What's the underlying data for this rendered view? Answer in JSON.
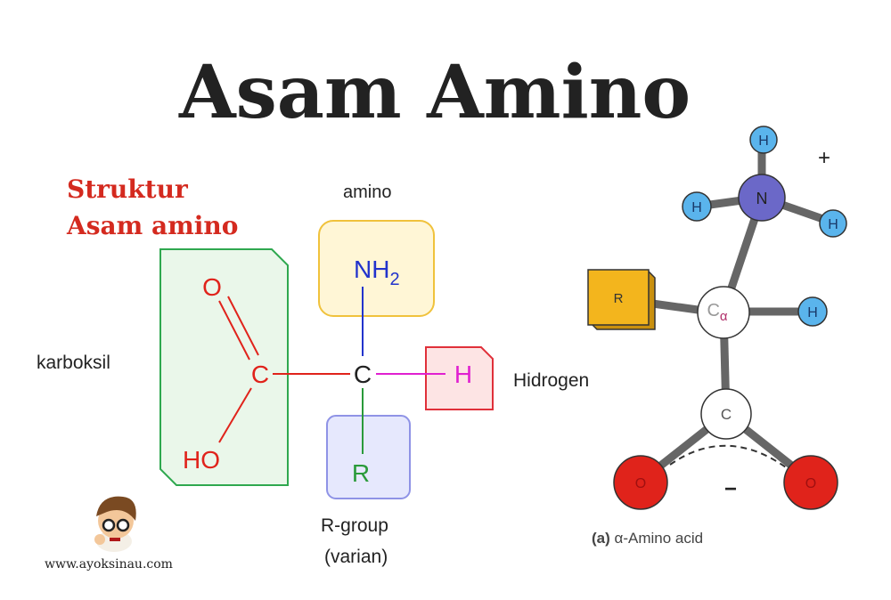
{
  "title": "Asam Amino",
  "left_diagram": {
    "heading_line1": "Struktur",
    "heading_line2": "Asam amino",
    "amino_label": "amino",
    "nh2_main": "NH",
    "nh2_sub": "2",
    "central_carbon": "C",
    "carboxyl_carbon": "C",
    "carboxyl_oxygen": "O",
    "carboxyl_hydroxyl": "HO",
    "hydrogen_atom": "H",
    "r_atom": "R",
    "karboksil_label": "karboksil",
    "hidrogen_label": "Hidrogen",
    "rgroup_label_line1": "R-group",
    "rgroup_label_line2": "(varian)"
  },
  "right_model": {
    "atoms": {
      "n": "N",
      "h1": "H",
      "h2": "H",
      "h3": "H",
      "ca_main": "C",
      "ca_sub": "α",
      "h4": "H",
      "r": "R",
      "c": "C",
      "o1": "O",
      "o2": "O"
    },
    "plus": "+",
    "minus": "−",
    "caption_prefix": "(a)",
    "caption_text": "α-Amino acid"
  },
  "footer": {
    "website": "www.ayoksinau.com"
  },
  "colors": {
    "title": "#222222",
    "heading_red": "#d42a1f",
    "carboxyl_box": "#2fa84f",
    "amino_box": "#f0c23c",
    "hydrogen_box": "#e0303a",
    "rgroup_box": "#8f93e6",
    "nitrogen": "#6b68c8",
    "hydrogen_ball": "#5ab4ec",
    "oxygen": "#e0231b",
    "r_cube": "#f3b51d"
  }
}
